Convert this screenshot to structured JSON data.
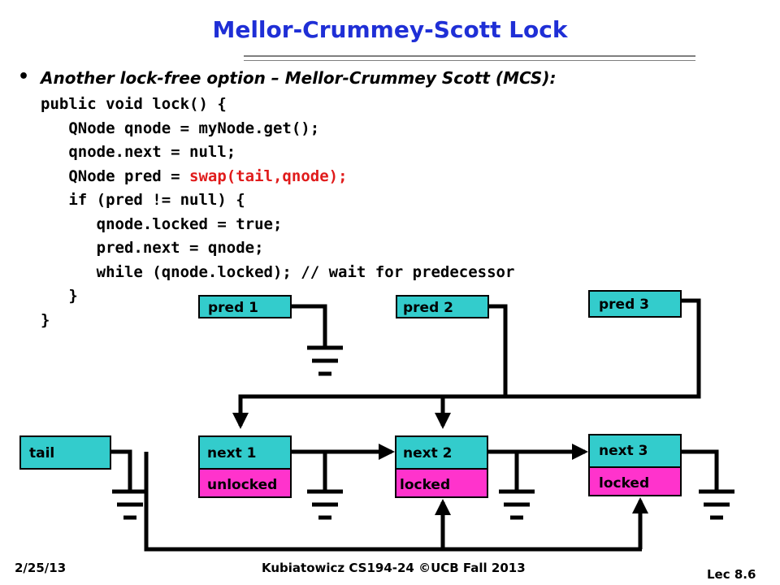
{
  "slide": {
    "title": "Mellor-Crummey-Scott Lock",
    "bullet_marker": "•",
    "bullet": "Another lock-free option – Mellor-Crummey Scott (MCS):",
    "code": [
      {
        "indent": "",
        "text": "public void lock() {",
        "highlight": ""
      },
      {
        "indent": "   ",
        "text": "QNode qnode = myNode.get();",
        "highlight": ""
      },
      {
        "indent": "   ",
        "text": "qnode.next = null;",
        "highlight": ""
      },
      {
        "indent": "   ",
        "text": "QNode pred = ",
        "highlight": "swap(tail,qnode);"
      },
      {
        "indent": "   ",
        "text": "if (pred != null) {",
        "highlight": ""
      },
      {
        "indent": "      ",
        "text": "qnode.locked = true;",
        "highlight": ""
      },
      {
        "indent": "      ",
        "text": "pred.next = qnode;",
        "highlight": ""
      },
      {
        "indent": "      ",
        "text": "while (qnode.locked); // wait for predecessor",
        "highlight": ""
      },
      {
        "indent": "   ",
        "text": "}",
        "highlight": ""
      },
      {
        "indent": "",
        "text": "}",
        "highlight": ""
      }
    ]
  },
  "diagram": {
    "colors": {
      "pred": "#33cccc",
      "next": "#33cccc",
      "tail": "#33cccc",
      "lock": "#ff33cc"
    },
    "pred_labels": [
      "pred 1",
      "pred 2",
      "pred 3"
    ],
    "tail_label": "tail",
    "nodes": [
      {
        "next_label": "next 1",
        "lock_label": "unlocked"
      },
      {
        "next_label": "next 2",
        "lock_label": "locked"
      },
      {
        "next_label": "next 3",
        "lock_label": "locked"
      }
    ]
  },
  "footer": {
    "date": "2/25/13",
    "course": "Kubiatowicz CS194-24 ©UCB Fall 2013",
    "lecture": "Lec 8.6"
  }
}
